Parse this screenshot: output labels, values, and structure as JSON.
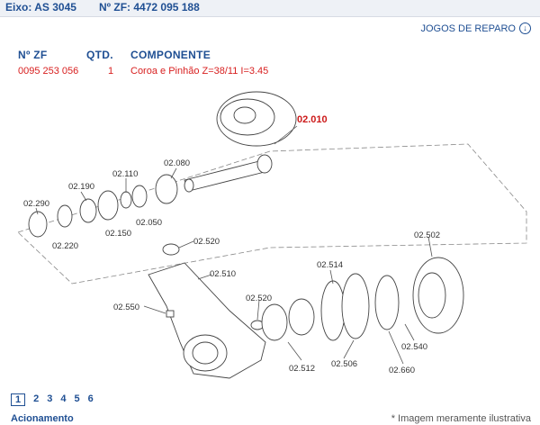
{
  "header": {
    "eixo": "Eixo: AS 3045",
    "nzf": "Nº ZF: 4472 095 188"
  },
  "jogos_link": "JOGOS DE REPARO",
  "table": {
    "headers": [
      "Nº ZF",
      "QTD.",
      "COMPONENTE"
    ],
    "row": {
      "nzf": "0095 253 056",
      "qtd": "1",
      "componente": "Coroa e Pinhão Z=38/11 I=3.45"
    }
  },
  "callouts": {
    "c02010": "02.010",
    "c02080": "02.080",
    "c02110": "02.110",
    "c02190": "02.190",
    "c02290": "02.290",
    "c02220": "02.220",
    "c02150": "02.150",
    "c02050": "02.050",
    "c02520a": "02.520",
    "c02510": "02.510",
    "c02550": "02.550",
    "c02520b": "02.520",
    "c02514": "02.514",
    "c02502": "02.502",
    "c02540": "02.540",
    "c02512": "02.512",
    "c02506": "02.506",
    "c02660": "02.660"
  },
  "pager": {
    "pages": [
      "1",
      "2",
      "3",
      "4",
      "5",
      "6"
    ],
    "current": "1"
  },
  "footer": {
    "section": "Acionamento",
    "note": "* Imagem meramente ilustrativa"
  },
  "colors": {
    "brand": "#1f4f93",
    "highlight": "#d82020"
  },
  "icons": {
    "jogos": "download-circle-icon"
  }
}
